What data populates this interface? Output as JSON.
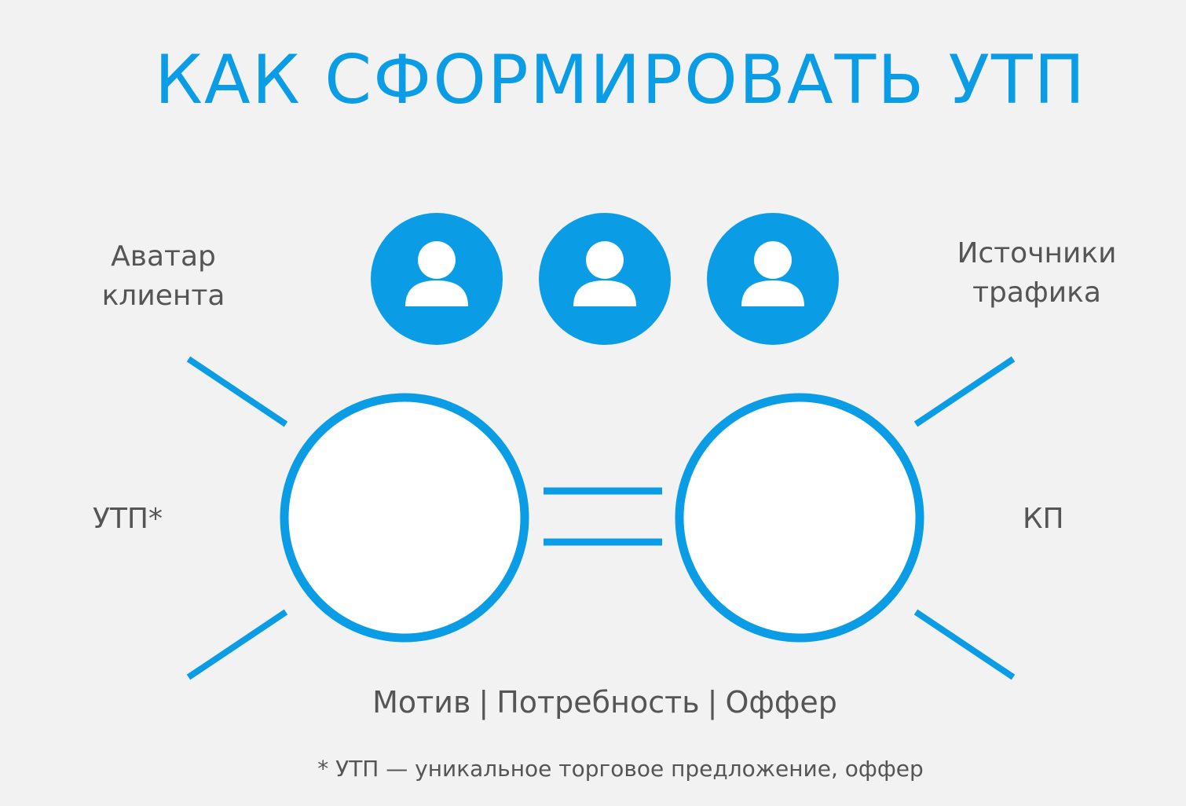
{
  "title": "КАК СФОРМИРОВАТЬ УТП",
  "labels": {
    "avatar_line1": "Аватар",
    "avatar_line2": "клиента",
    "traffic_line1": "Источники",
    "traffic_line2": "трафика",
    "utp": "УТП*",
    "kp": "КП"
  },
  "bottom": {
    "motive": "Мотив",
    "need": "Потребность",
    "offer": "Оффер",
    "separator": "|"
  },
  "footnote": "* УТП — уникальное торговое предложение, оффер",
  "colors": {
    "accent": "#0a9de6",
    "text": "#555555",
    "background": "#f2f2f2",
    "circle_fill": "#ffffff"
  },
  "icons": [
    "user-icon",
    "user-icon",
    "user-icon"
  ]
}
